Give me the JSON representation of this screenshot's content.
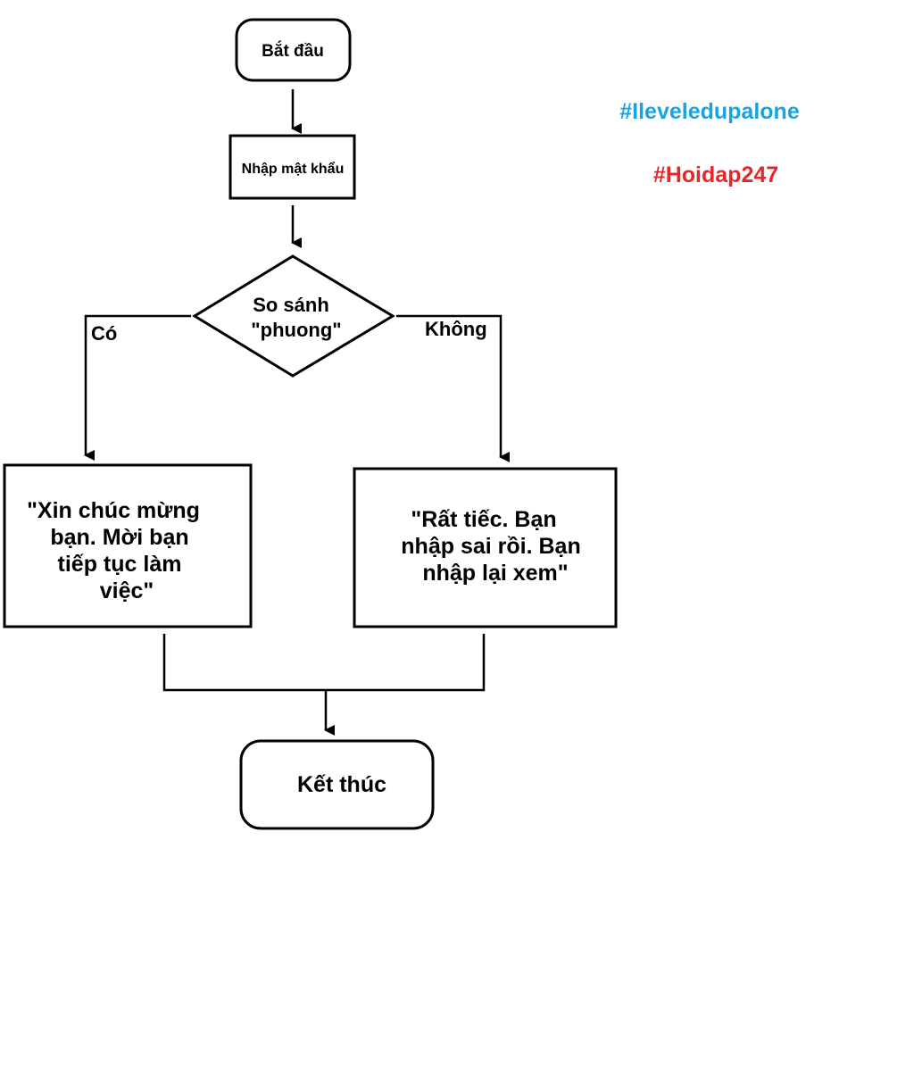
{
  "nodes": {
    "start": {
      "label": "Bắt đầu"
    },
    "input": {
      "label": "Nhập mật khẩu"
    },
    "decision": {
      "lines": [
        "So sánh",
        "\"phuong\""
      ]
    },
    "success": {
      "lines": [
        "\"Xin chúc mừng",
        "bạn. Mời bạn",
        "tiếp tục làm",
        "việc\""
      ]
    },
    "failure": {
      "lines": [
        "\"Rất tiếc. Bạn",
        "nhập sai rồi. Bạn",
        "nhập lại xem\""
      ]
    },
    "end": {
      "label": "Kết thúc"
    }
  },
  "branches": {
    "yes": "Có",
    "no": "Không"
  },
  "watermarks": {
    "tag1": {
      "text": "#Ileveledupalone",
      "color": "#1aa3e0"
    },
    "tag2": {
      "text": "#Hoidap247",
      "color": "#e5262b"
    }
  }
}
